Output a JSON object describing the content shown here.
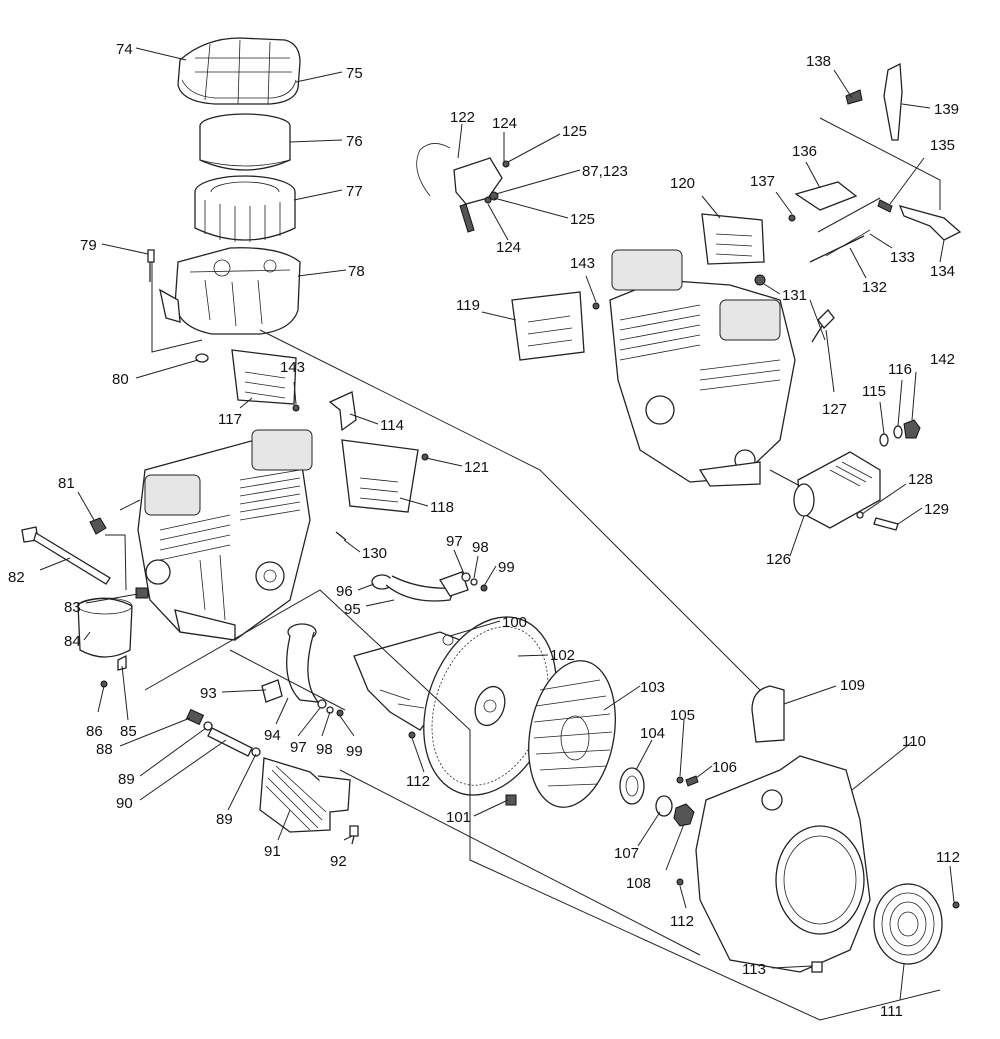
{
  "callouts": [
    {
      "id": "74",
      "label": "74"
    },
    {
      "id": "75",
      "label": "75"
    },
    {
      "id": "76",
      "label": "76"
    },
    {
      "id": "77",
      "label": "77"
    },
    {
      "id": "78",
      "label": "78"
    },
    {
      "id": "79",
      "label": "79"
    },
    {
      "id": "80",
      "label": "80"
    },
    {
      "id": "81",
      "label": "81"
    },
    {
      "id": "82",
      "label": "82"
    },
    {
      "id": "83",
      "label": "83"
    },
    {
      "id": "84",
      "label": "84"
    },
    {
      "id": "85",
      "label": "85"
    },
    {
      "id": "86",
      "label": "86"
    },
    {
      "id": "87_123",
      "label": "87,123"
    },
    {
      "id": "88",
      "label": "88"
    },
    {
      "id": "89a",
      "label": "89"
    },
    {
      "id": "89b",
      "label": "89"
    },
    {
      "id": "90",
      "label": "90"
    },
    {
      "id": "91",
      "label": "91"
    },
    {
      "id": "92",
      "label": "92"
    },
    {
      "id": "93",
      "label": "93"
    },
    {
      "id": "94",
      "label": "94"
    },
    {
      "id": "95",
      "label": "95"
    },
    {
      "id": "96",
      "label": "96"
    },
    {
      "id": "97a",
      "label": "97"
    },
    {
      "id": "97b",
      "label": "97"
    },
    {
      "id": "98a",
      "label": "98"
    },
    {
      "id": "98b",
      "label": "98"
    },
    {
      "id": "99a",
      "label": "99"
    },
    {
      "id": "99b",
      "label": "99"
    },
    {
      "id": "100",
      "label": "100"
    },
    {
      "id": "101",
      "label": "101"
    },
    {
      "id": "102",
      "label": "102"
    },
    {
      "id": "103",
      "label": "103"
    },
    {
      "id": "104",
      "label": "104"
    },
    {
      "id": "105",
      "label": "105"
    },
    {
      "id": "106",
      "label": "106"
    },
    {
      "id": "107",
      "label": "107"
    },
    {
      "id": "108",
      "label": "108"
    },
    {
      "id": "109",
      "label": "109"
    },
    {
      "id": "110",
      "label": "110"
    },
    {
      "id": "111",
      "label": "111"
    },
    {
      "id": "112a",
      "label": "112"
    },
    {
      "id": "112b",
      "label": "112"
    },
    {
      "id": "112c",
      "label": "112"
    },
    {
      "id": "113",
      "label": "113"
    },
    {
      "id": "114",
      "label": "114"
    },
    {
      "id": "115",
      "label": "115"
    },
    {
      "id": "116",
      "label": "116"
    },
    {
      "id": "117",
      "label": "117"
    },
    {
      "id": "118",
      "label": "118"
    },
    {
      "id": "119",
      "label": "119"
    },
    {
      "id": "120",
      "label": "120"
    },
    {
      "id": "121",
      "label": "121"
    },
    {
      "id": "122",
      "label": "122"
    },
    {
      "id": "124a",
      "label": "124"
    },
    {
      "id": "124b",
      "label": "124"
    },
    {
      "id": "125a",
      "label": "125"
    },
    {
      "id": "125b",
      "label": "125"
    },
    {
      "id": "126",
      "label": "126"
    },
    {
      "id": "127",
      "label": "127"
    },
    {
      "id": "128",
      "label": "128"
    },
    {
      "id": "129",
      "label": "129"
    },
    {
      "id": "130",
      "label": "130"
    },
    {
      "id": "131",
      "label": "131"
    },
    {
      "id": "132",
      "label": "132"
    },
    {
      "id": "133",
      "label": "133"
    },
    {
      "id": "134",
      "label": "134"
    },
    {
      "id": "135",
      "label": "135"
    },
    {
      "id": "136",
      "label": "136"
    },
    {
      "id": "137",
      "label": "137"
    },
    {
      "id": "138",
      "label": "138"
    },
    {
      "id": "139",
      "label": "139"
    },
    {
      "id": "142",
      "label": "142"
    },
    {
      "id": "143a",
      "label": "143"
    },
    {
      "id": "143b",
      "label": "143"
    }
  ]
}
